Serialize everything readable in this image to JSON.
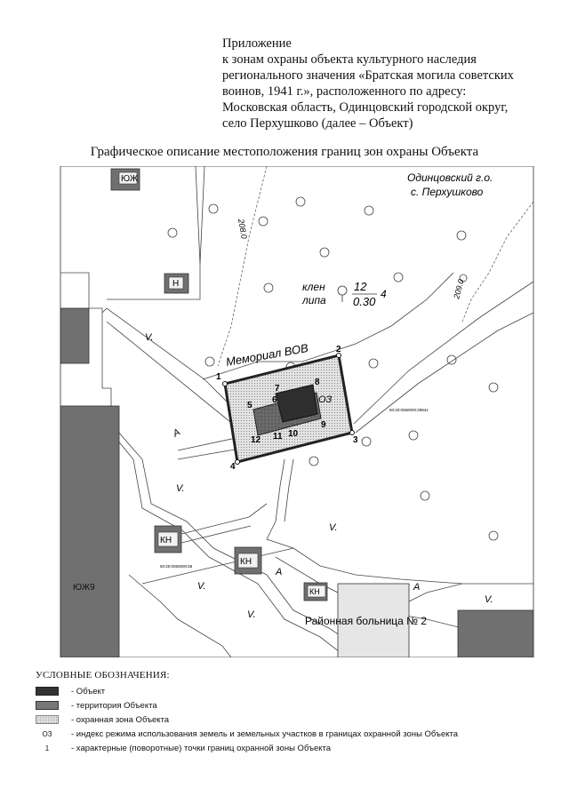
{
  "header": {
    "lines": [
      "Приложение",
      "к зонам охраны объекта культурного наследия",
      "регионального значения «Братская могила советских",
      "воинов, 1941 г.», расположенного по адресу:",
      "Московская область, Одинцовский городской округ,",
      "село Перхушково (далее – Объект)"
    ]
  },
  "subtitle": "Графическое описание местоположения границ зон охраны Объекта",
  "map": {
    "region": "Одинцовский г.о.",
    "village": "с. Перхушково",
    "memorial": "Мемориал ВОВ",
    "zone_index": "ОЗ",
    "tree_species_1": "клен",
    "tree_species_2": "липа",
    "tree_num": "12",
    "tree_den": "0.30",
    "tree_count": "4",
    "contour_1": "208.0",
    "contour_2": "209.0",
    "hospital": "Районная больница № 2",
    "buildings": {
      "yuzh": "ЮЖ",
      "n": "Н",
      "kn": "КН",
      "yuzh9": "ЮЖ9"
    },
    "road_a": "А",
    "veg": "V.",
    "cadastral_1": "50:20:0060000:29841",
    "cadastral_2": "50:20:0060000:58",
    "points": [
      "1",
      "2",
      "3",
      "4",
      "5",
      "6",
      "7",
      "8",
      "9",
      "10",
      "11",
      "12"
    ]
  },
  "legend": {
    "title": "УСЛОВНЫЕ ОБОЗНАЧЕНИЯ:",
    "items": [
      {
        "symbol": "",
        "label": "- Объект"
      },
      {
        "symbol": "",
        "label": "- территория Объекта"
      },
      {
        "symbol": "",
        "label": "- охранная зона Объекта"
      },
      {
        "symbol": "ОЗ",
        "label": "- индекс режима использования земель и земельных участков в границах охранной зоны Объекта"
      },
      {
        "symbol": "1",
        "label": "- характерные (поворотные) точки границ охранной зоны Объекта"
      }
    ]
  }
}
